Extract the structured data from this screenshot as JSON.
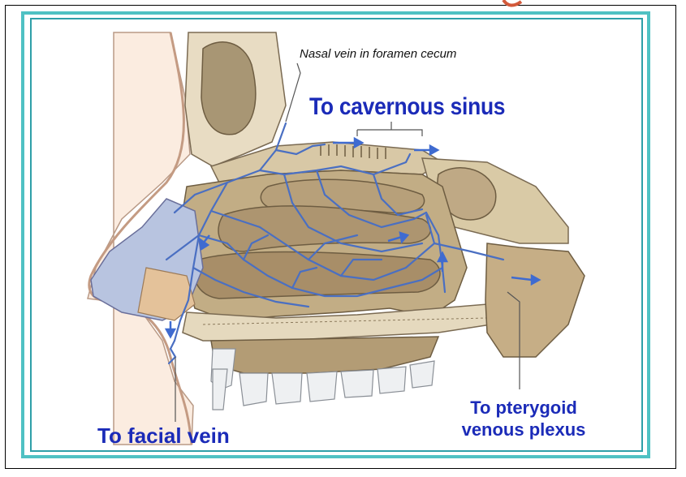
{
  "labels": {
    "nasal_vein": "Nasal vein in foramen cecum",
    "cavernous": "To cavernous sinus",
    "facial": "To facial vein",
    "pterygoid_line1": "To pterygoid",
    "pterygoid_line2": "venous plexus"
  },
  "colors": {
    "frame_teal": "#4fc1c3",
    "frame_inner": "#2e9fa8",
    "label_blue": "#1b2bb8",
    "vein_blue": "#4a6fc2",
    "bone_tan": "#c9b48e",
    "skin": "#f2dcc0",
    "mucosa": "#b3a07c",
    "cartilage_blue": "#a9b8d8",
    "arrow_blue": "#3f6bd0"
  }
}
